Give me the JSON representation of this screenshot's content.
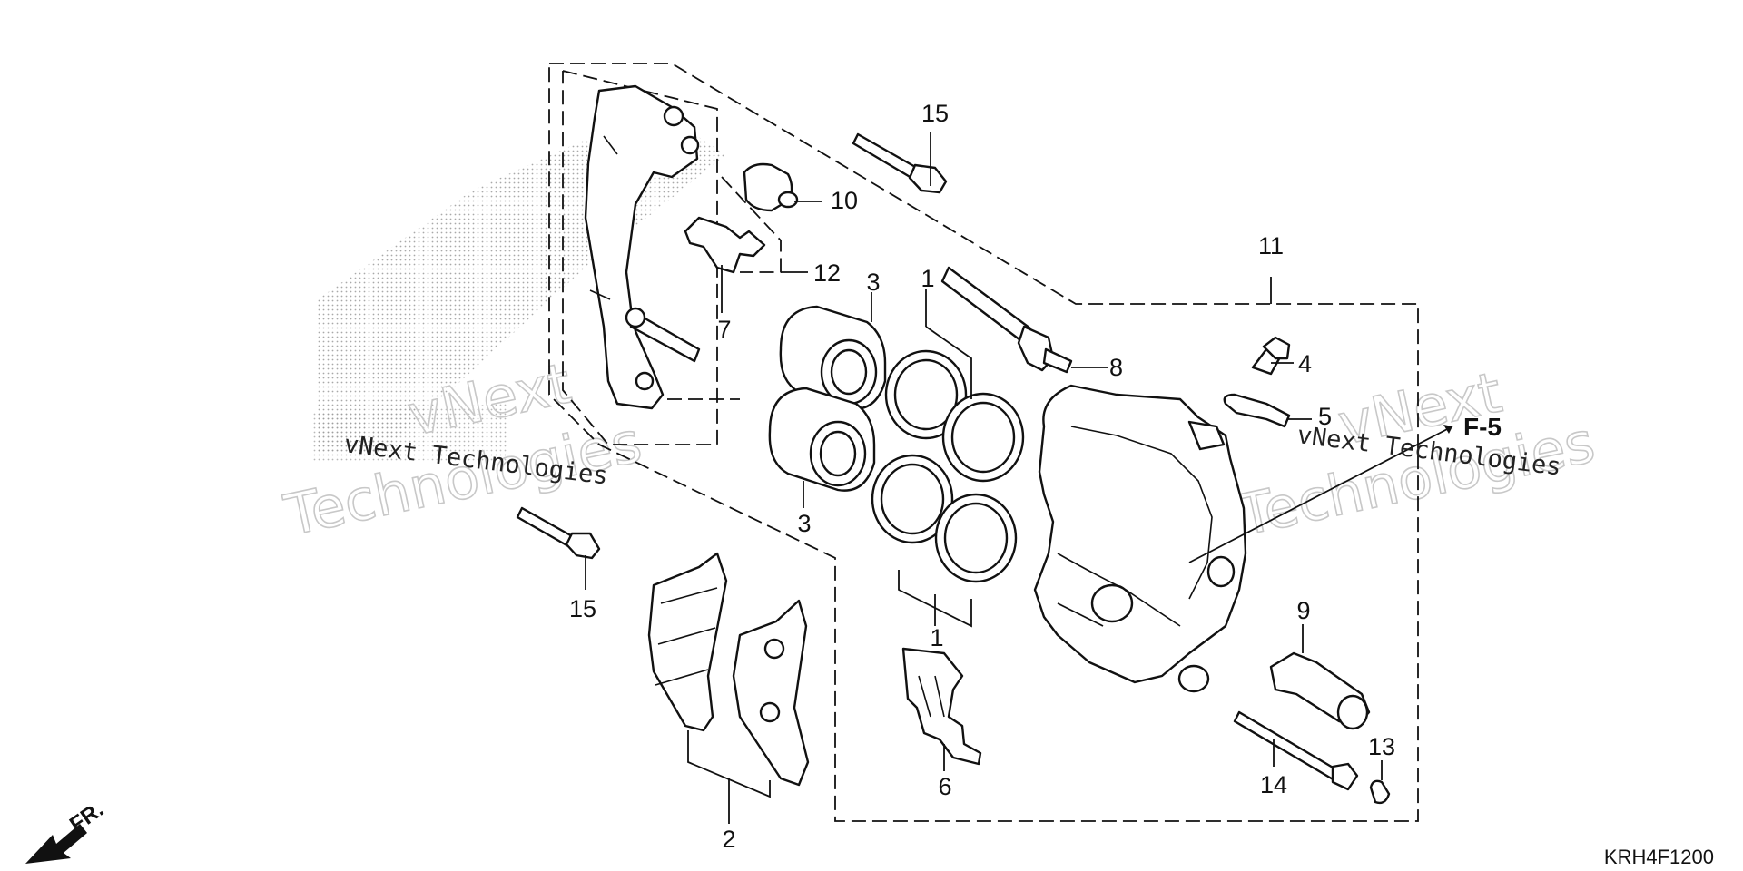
{
  "diagram": {
    "callouts": {
      "c1_top": "1",
      "c1_bottom": "1",
      "c2": "2",
      "c3_top": "3",
      "c3_bottom": "3",
      "c4": "4",
      "c5": "5",
      "c6": "6",
      "c7": "7",
      "c8": "8",
      "c9": "9",
      "c10": "10",
      "c11": "11",
      "c12": "12",
      "c13": "13",
      "c14": "14",
      "c15_top": "15",
      "c15_bottom": "15"
    },
    "reference_label": "F-5",
    "direction_label": "FR.",
    "diagram_code": "KRH4F1200",
    "watermark": {
      "line1": "vNext",
      "line2": "Technologies",
      "small_text": "vNext Technologies"
    }
  }
}
